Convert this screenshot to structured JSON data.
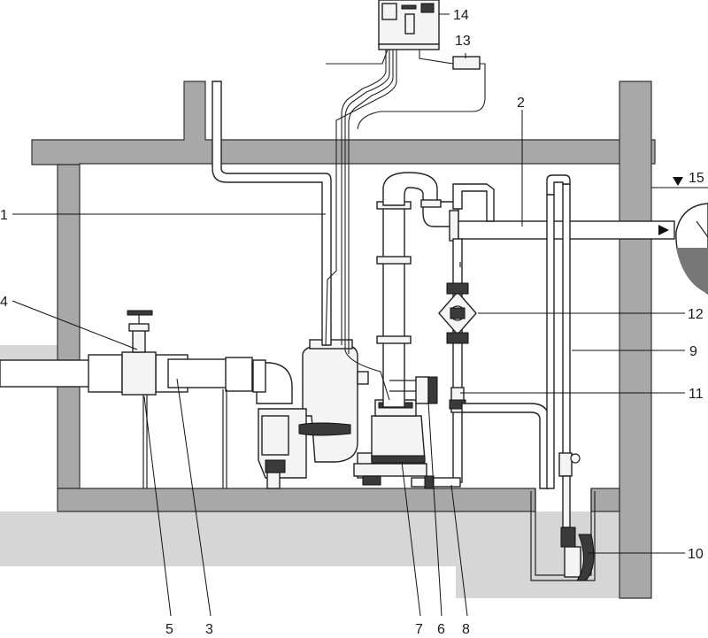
{
  "callouts": {
    "n1": "1",
    "n2": "2",
    "n3": "3",
    "n4": "4",
    "n5": "5",
    "n6": "6",
    "n7": "7",
    "n8": "8",
    "n9": "9",
    "n10": "10",
    "n11": "11",
    "n12": "12",
    "n13": "13",
    "n14": "14",
    "n15": "15"
  },
  "colors": {
    "wall": "#a8a8a8",
    "ground": "#d6d6d6",
    "water": "#777777",
    "line": "#222222"
  }
}
